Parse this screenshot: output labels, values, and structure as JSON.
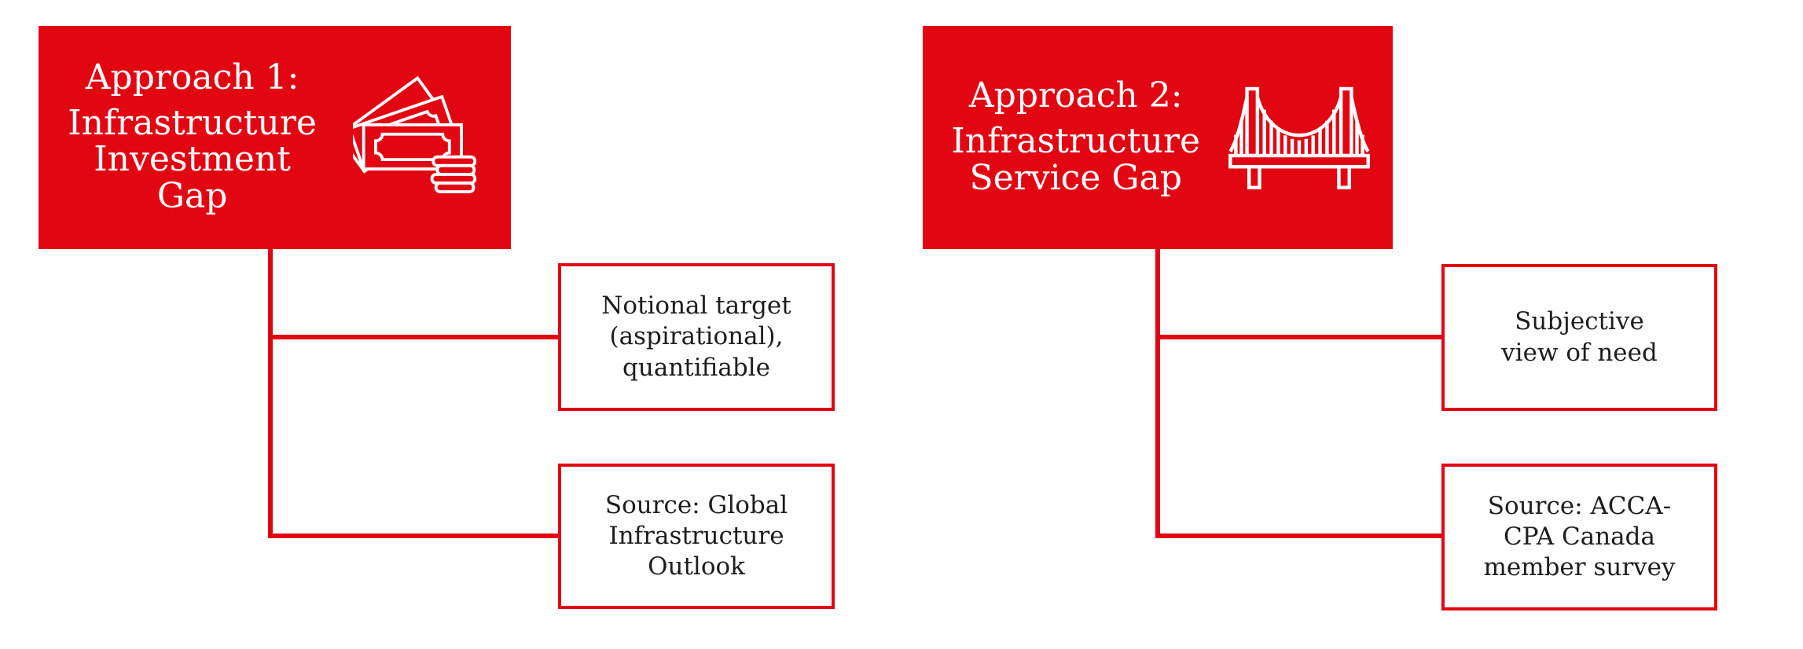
{
  "colors": {
    "red": "#e20613",
    "text_dark": "#1d1d1b",
    "background": "#ffffff",
    "icon_stroke": "#ffffff"
  },
  "panels": [
    {
      "heading_label": "Approach 1:",
      "heading_line1": "Infrastructure",
      "heading_line2": "Investment Gap",
      "icon": "banknotes-coins-icon",
      "notes": [
        {
          "lines": [
            "Notional target",
            "(aspirational),",
            "quantifiable"
          ]
        },
        {
          "lines": [
            "Source: Global",
            "Infrastructure",
            "Outlook"
          ]
        }
      ]
    },
    {
      "heading_label": "Approach 2:",
      "heading_line1": "Infrastructure",
      "heading_line2": "Service Gap",
      "icon": "suspension-bridge-icon",
      "notes": [
        {
          "lines": [
            "Subjective",
            "view of need"
          ]
        },
        {
          "lines": [
            "Source: ACCA-",
            "CPA Canada",
            "member survey"
          ]
        }
      ]
    }
  ]
}
